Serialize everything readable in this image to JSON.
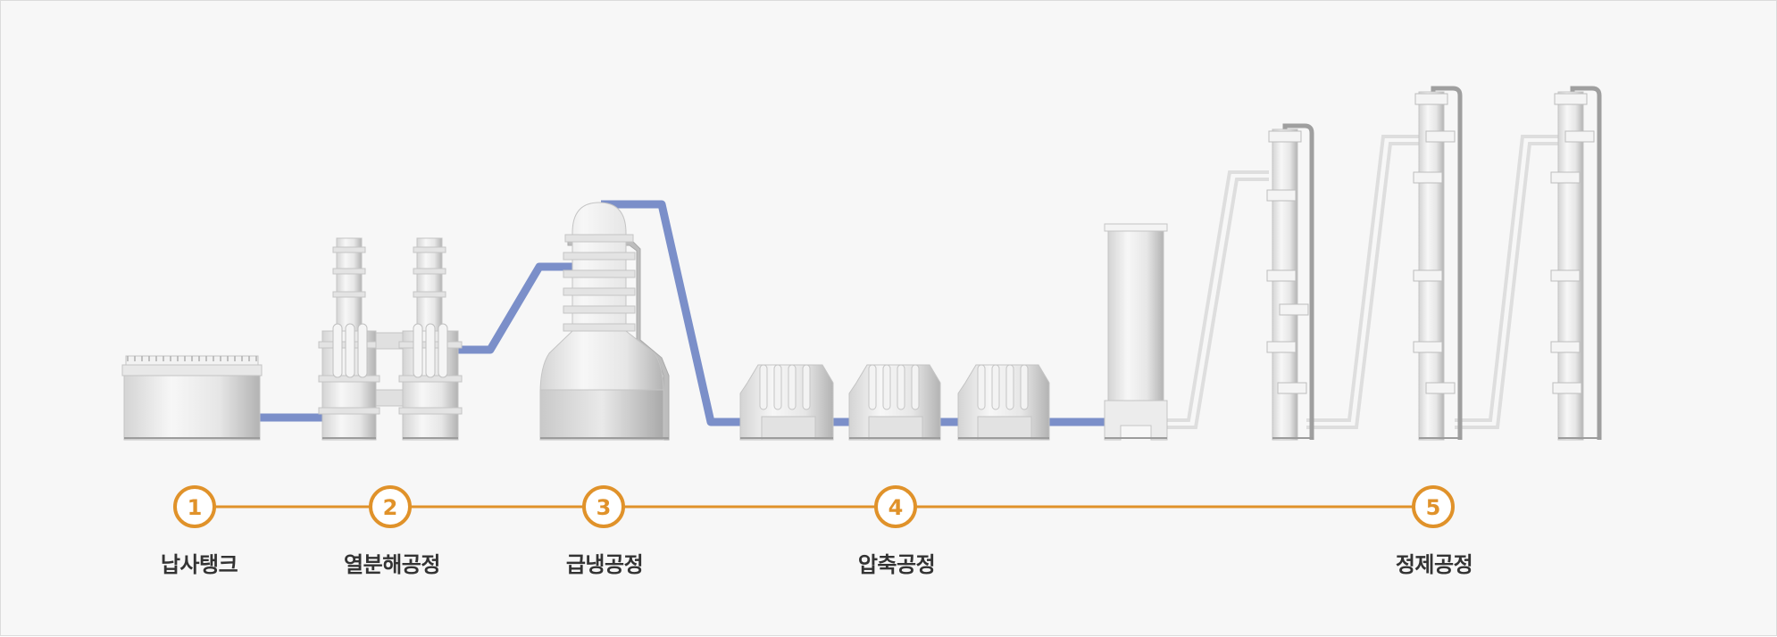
{
  "colors": {
    "accent": "#e0922a",
    "pipe": "#7b8fc9",
    "steel_light": "#f2f2f2",
    "steel_dark": "#b9b9b9",
    "background": "#f7f7f7"
  },
  "steps": [
    {
      "number": "1",
      "label": "납사탱크"
    },
    {
      "number": "2",
      "label": "열분해공정"
    },
    {
      "number": "3",
      "label": "급냉공정"
    },
    {
      "number": "4",
      "label": "압축공정"
    },
    {
      "number": "5",
      "label": "정제공정"
    }
  ]
}
